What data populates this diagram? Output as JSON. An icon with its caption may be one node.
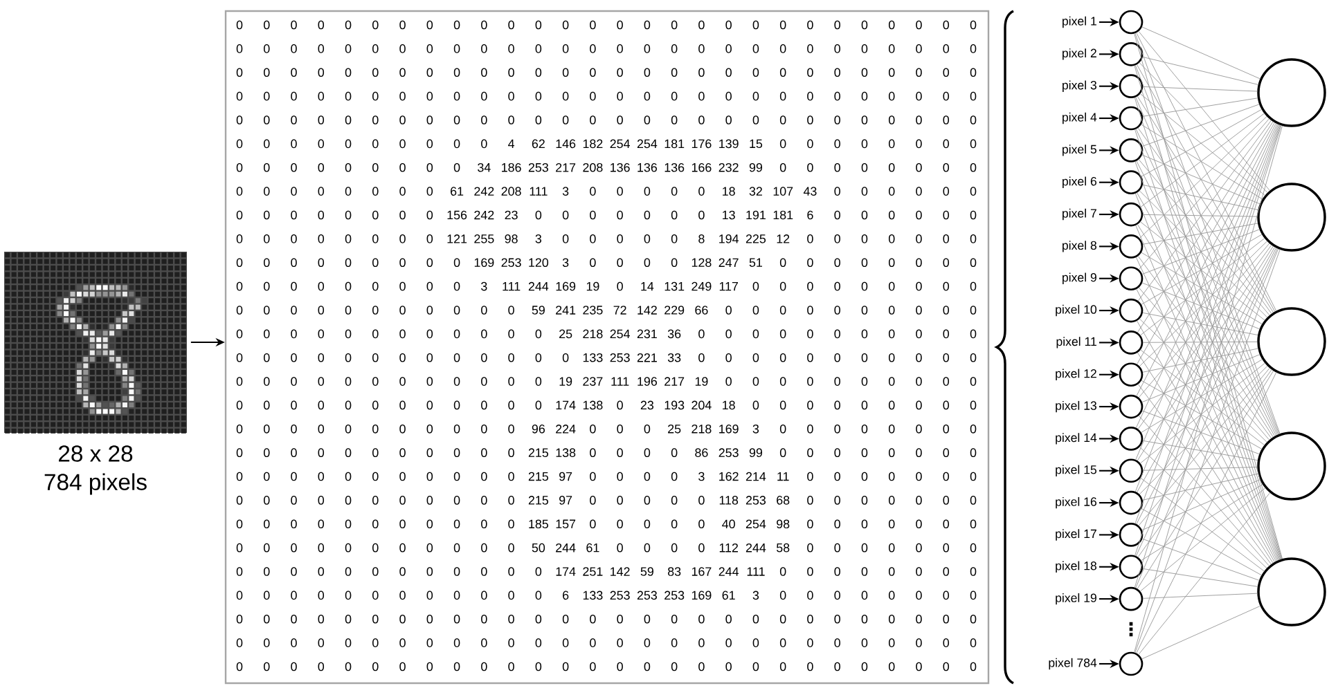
{
  "diagram": {
    "nodes": [
      {
        "text": [],
        "shape": "picture",
        "beside": [
          "28 x 28",
          "784 pixels"
        ]
      },
      {
        "text": [],
        "shape": "box"
      },
      {
        "text": [
          "pixel 1"
        ]
      },
      {
        "text": [],
        "shape": "circle"
      },
      {
        "text": [
          "pixel 2"
        ]
      },
      {
        "text": [],
        "shape": "circle"
      },
      {
        "text": [
          "pixel 3"
        ]
      },
      {
        "text": [],
        "shape": "circle"
      },
      {
        "text": [
          "pixel 4"
        ]
      },
      {
        "text": [],
        "shape": "circle"
      },
      {
        "text": [
          "pixel 5"
        ]
      },
      {
        "text": [],
        "shape": "circle"
      },
      {
        "text": [
          "pixel 6"
        ]
      },
      {
        "text": [],
        "shape": "circle"
      },
      {
        "text": [
          "pixel 7"
        ]
      },
      {
        "text": [],
        "shape": "circle"
      },
      {
        "text": [
          "pixel 8"
        ]
      },
      {
        "text": [],
        "shape": "circle"
      },
      {
        "text": [
          "pixel 9"
        ]
      },
      {
        "text": [],
        "shape": "circle"
      },
      {
        "text": [
          "pixel 10"
        ]
      },
      {
        "text": [],
        "shape": "circle"
      },
      {
        "text": [
          "pixel 11"
        ]
      },
      {
        "text": [],
        "shape": "circle"
      },
      {
        "text": [
          "pixel 12"
        ]
      },
      {
        "text": [],
        "shape": "circle"
      },
      {
        "text": [
          "pixel 13"
        ]
      },
      {
        "text": [],
        "shape": "circle"
      },
      {
        "text": [
          "pixel 14"
        ]
      },
      {
        "text": [],
        "shape": "circle"
      },
      {
        "text": [
          "pixel 15"
        ]
      },
      {
        "text": [],
        "shape": "circle"
      },
      {
        "text": [
          "pixel 16"
        ]
      },
      {
        "text": [],
        "shape": "circle"
      },
      {
        "text": [
          "pixel 17"
        ]
      },
      {
        "text": [],
        "shape": "circle"
      },
      {
        "text": [
          "pixel 18"
        ]
      },
      {
        "text": [],
        "shape": "circle"
      },
      {
        "text": [
          "pixel 19"
        ]
      },
      {
        "text": [],
        "shape": "circle"
      },
      {
        "text": [
          "pixel 784"
        ]
      },
      {
        "text": [],
        "shape": "circle"
      },
      {
        "text": [],
        "shape": "circle"
      },
      {
        "text": [],
        "shape": "circle"
      },
      {
        "text": [],
        "shape": "circle"
      },
      {
        "text": [],
        "shape": "circle"
      },
      {
        "text": [],
        "shape": "circle"
      }
    ],
    "edges": [
      {
        "from": 0,
        "to": 1,
        "arrow": "to",
        "color": "#000000"
      },
      {
        "from": 2,
        "to": 3,
        "arrow": "to",
        "color": "#000000"
      },
      {
        "from": 4,
        "to": 5,
        "arrow": "to",
        "color": "#000000"
      },
      {
        "from": 6,
        "to": 7,
        "arrow": "to",
        "color": "#000000"
      },
      {
        "from": 8,
        "to": 9,
        "arrow": "to",
        "color": "#000000"
      },
      {
        "from": 10,
        "to": 11,
        "arrow": "to",
        "color": "#000000"
      },
      {
        "from": 12,
        "to": 13,
        "arrow": "to",
        "color": "#000000"
      },
      {
        "from": 14,
        "to": 15,
        "arrow": "to",
        "color": "#000000"
      },
      {
        "from": 16,
        "to": 17,
        "arrow": "to",
        "color": "#000000"
      },
      {
        "from": 18,
        "to": 19,
        "arrow": "to",
        "color": "#000000"
      },
      {
        "from": 20,
        "to": 21,
        "arrow": "to",
        "color": "#000000"
      },
      {
        "from": 22,
        "to": 23,
        "arrow": "to",
        "color": "#000000"
      },
      {
        "from": 24,
        "to": 25,
        "arrow": "to",
        "color": "#000000"
      },
      {
        "from": 26,
        "to": 27,
        "arrow": "to",
        "color": "#000000"
      },
      {
        "from": 28,
        "to": 29,
        "arrow": "to",
        "color": "#000000"
      },
      {
        "from": 30,
        "to": 31,
        "arrow": "to",
        "color": "#000000"
      },
      {
        "from": 32,
        "to": 33,
        "arrow": "to",
        "color": "#000000"
      },
      {
        "from": 34,
        "to": 35,
        "arrow": "to",
        "color": "#000000"
      },
      {
        "from": 36,
        "to": 37,
        "arrow": "to",
        "color": "#000000"
      },
      {
        "from": 38,
        "to": 39,
        "arrow": "to",
        "color": "#000000"
      },
      {
        "from": 40,
        "to": 41,
        "arrow": "to",
        "color": "#000000"
      },
      {
        "from": 3,
        "to": 42,
        "arrow": "none"
      },
      {
        "from": 3,
        "to": 43,
        "arrow": "none"
      },
      {
        "from": 3,
        "to": 44,
        "arrow": "none"
      },
      {
        "from": 3,
        "to": 45,
        "arrow": "none"
      },
      {
        "from": 3,
        "to": 46,
        "arrow": "none"
      },
      {
        "from": 5,
        "to": 42,
        "arrow": "none"
      },
      {
        "from": 5,
        "to": 43,
        "arrow": "none"
      },
      {
        "from": 5,
        "to": 44,
        "arrow": "none"
      },
      {
        "from": 5,
        "to": 45,
        "arrow": "none"
      },
      {
        "from": 5,
        "to": 46,
        "arrow": "none"
      },
      {
        "from": 7,
        "to": 42,
        "arrow": "none"
      },
      {
        "from": 7,
        "to": 43,
        "arrow": "none"
      },
      {
        "from": 7,
        "to": 44,
        "arrow": "none"
      },
      {
        "from": 7,
        "to": 45,
        "arrow": "none"
      },
      {
        "from": 7,
        "to": 46,
        "arrow": "none"
      },
      {
        "from": 9,
        "to": 42,
        "arrow": "none"
      },
      {
        "from": 9,
        "to": 43,
        "arrow": "none"
      },
      {
        "from": 9,
        "to": 44,
        "arrow": "none"
      },
      {
        "from": 9,
        "to": 45,
        "arrow": "none"
      },
      {
        "from": 9,
        "to": 46,
        "arrow": "none"
      },
      {
        "from": 11,
        "to": 42,
        "arrow": "none"
      },
      {
        "from": 11,
        "to": 43,
        "arrow": "none"
      },
      {
        "from": 11,
        "to": 44,
        "arrow": "none"
      },
      {
        "from": 11,
        "to": 45,
        "arrow": "none"
      },
      {
        "from": 11,
        "to": 46,
        "arrow": "none"
      },
      {
        "from": 13,
        "to": 42,
        "arrow": "none"
      },
      {
        "from": 13,
        "to": 43,
        "arrow": "none"
      },
      {
        "from": 13,
        "to": 44,
        "arrow": "none"
      },
      {
        "from": 13,
        "to": 45,
        "arrow": "none"
      },
      {
        "from": 13,
        "to": 46,
        "arrow": "none"
      },
      {
        "from": 15,
        "to": 42,
        "arrow": "none"
      },
      {
        "from": 15,
        "to": 43,
        "arrow": "none"
      },
      {
        "from": 15,
        "to": 44,
        "arrow": "none"
      },
      {
        "from": 15,
        "to": 45,
        "arrow": "none"
      },
      {
        "from": 15,
        "to": 46,
        "arrow": "none"
      },
      {
        "from": 17,
        "to": 42,
        "arrow": "none"
      },
      {
        "from": 17,
        "to": 43,
        "arrow": "none"
      },
      {
        "from": 17,
        "to": 44,
        "arrow": "none"
      },
      {
        "from": 17,
        "to": 45,
        "arrow": "none"
      },
      {
        "from": 17,
        "to": 46,
        "arrow": "none"
      },
      {
        "from": 19,
        "to": 42,
        "arrow": "none"
      },
      {
        "from": 19,
        "to": 43,
        "arrow": "none"
      },
      {
        "from": 19,
        "to": 44,
        "arrow": "none"
      },
      {
        "from": 19,
        "to": 45,
        "arrow": "none"
      },
      {
        "from": 19,
        "to": 46,
        "arrow": "none"
      },
      {
        "from": 21,
        "to": 42,
        "arrow": "none"
      },
      {
        "from": 21,
        "to": 43,
        "arrow": "none"
      },
      {
        "from": 21,
        "to": 44,
        "arrow": "none"
      },
      {
        "from": 21,
        "to": 45,
        "arrow": "none"
      },
      {
        "from": 21,
        "to": 46,
        "arrow": "none"
      },
      {
        "from": 23,
        "to": 42,
        "arrow": "none"
      },
      {
        "from": 23,
        "to": 43,
        "arrow": "none"
      },
      {
        "from": 23,
        "to": 44,
        "arrow": "none"
      },
      {
        "from": 23,
        "to": 45,
        "arrow": "none"
      },
      {
        "from": 23,
        "to": 46,
        "arrow": "none"
      },
      {
        "from": 25,
        "to": 42,
        "arrow": "none"
      },
      {
        "from": 25,
        "to": 43,
        "arrow": "none"
      },
      {
        "from": 25,
        "to": 44,
        "arrow": "none"
      },
      {
        "from": 25,
        "to": 45,
        "arrow": "none"
      },
      {
        "from": 25,
        "to": 46,
        "arrow": "none"
      },
      {
        "from": 27,
        "to": 42,
        "arrow": "none"
      },
      {
        "from": 27,
        "to": 43,
        "arrow": "none"
      },
      {
        "from": 27,
        "to": 44,
        "arrow": "none"
      },
      {
        "from": 27,
        "to": 45,
        "arrow": "none"
      },
      {
        "from": 27,
        "to": 46,
        "arrow": "none"
      },
      {
        "from": 29,
        "to": 42,
        "arrow": "none"
      },
      {
        "from": 29,
        "to": 43,
        "arrow": "none"
      },
      {
        "from": 29,
        "to": 44,
        "arrow": "none"
      },
      {
        "from": 29,
        "to": 45,
        "arrow": "none"
      },
      {
        "from": 29,
        "to": 46,
        "arrow": "none"
      },
      {
        "from": 31,
        "to": 42,
        "arrow": "none"
      },
      {
        "from": 31,
        "to": 43,
        "arrow": "none"
      },
      {
        "from": 31,
        "to": 44,
        "arrow": "none"
      },
      {
        "from": 31,
        "to": 45,
        "arrow": "none"
      },
      {
        "from": 31,
        "to": 46,
        "arrow": "none"
      },
      {
        "from": 33,
        "to": 42,
        "arrow": "none"
      },
      {
        "from": 33,
        "to": 43,
        "arrow": "none"
      },
      {
        "from": 33,
        "to": 44,
        "arrow": "none"
      },
      {
        "from": 33,
        "to": 45,
        "arrow": "none"
      },
      {
        "from": 33,
        "to": 46,
        "arrow": "none"
      },
      {
        "from": 35,
        "to": 42,
        "arrow": "none"
      },
      {
        "from": 35,
        "to": 43,
        "arrow": "none"
      },
      {
        "from": 35,
        "to": 44,
        "arrow": "none"
      },
      {
        "from": 35,
        "to": 45,
        "arrow": "none"
      },
      {
        "from": 35,
        "to": 46,
        "arrow": "none"
      },
      {
        "from": 37,
        "to": 42,
        "arrow": "none"
      },
      {
        "from": 37,
        "to": 43,
        "arrow": "none"
      },
      {
        "from": 37,
        "to": 44,
        "arrow": "none"
      },
      {
        "from": 37,
        "to": 45,
        "arrow": "none"
      },
      {
        "from": 37,
        "to": 46,
        "arrow": "none"
      },
      {
        "from": 39,
        "to": 42,
        "arrow": "none"
      },
      {
        "from": 39,
        "to": 43,
        "arrow": "none"
      },
      {
        "from": 39,
        "to": 44,
        "arrow": "none"
      },
      {
        "from": 39,
        "to": 45,
        "arrow": "none"
      },
      {
        "from": 39,
        "to": 46,
        "arrow": "none"
      },
      {
        "from": 41,
        "to": 42,
        "arrow": "none"
      },
      {
        "from": 41,
        "to": 43,
        "arrow": "none"
      },
      {
        "from": 41,
        "to": 44,
        "arrow": "none"
      },
      {
        "from": 41,
        "to": 45,
        "arrow": "none"
      },
      {
        "from": 41,
        "to": 46,
        "arrow": "none"
      }
    ],
    "labels": [
      "0",
      "0",
      "0",
      "0",
      "0",
      "0",
      "0",
      "0",
      "0",
      "0",
      "0",
      "0",
      "0",
      "0",
      "0",
      "0",
      "0",
      "0",
      "0",
      "0",
      "0",
      "0",
      "0",
      "0",
      "0",
      "0",
      "0",
      "0",
      "0",
      "0",
      "0",
      "0",
      "0",
      "0",
      "0",
      "0",
      "0",
      "0",
      "0",
      "0",
      "0",
      "0",
      "0",
      "0",
      "0",
      "0",
      "0",
      "0",
      "0",
      "0",
      "0",
      "0",
      "0",
      "0",
      "0",
      "0",
      "0",
      "0",
      "0",
      "0",
      "0",
      "0",
      "0",
      "0",
      "0",
      "0",
      "0",
      "0",
      "0",
      "0",
      "0",
      "0",
      "0",
      "0",
      "0",
      "0",
      "0",
      "0",
      "0",
      "0",
      "0",
      "0",
      "0",
      "0",
      "0",
      "0",
      "0",
      "0",
      "0",
      "0",
      "0",
      "0",
      "0",
      "0",
      "0",
      "0",
      "0",
      "0",
      "0",
      "0",
      "0",
      "0",
      "0",
      "0",
      "0",
      "0",
      "0",
      "0",
      "0",
      "0",
      "0",
      "0",
      "0",
      "0",
      "0",
      "0",
      "0",
      "0",
      "0",
      "0",
      "0",
      "0",
      "0",
      "0",
      "0",
      "0",
      "0",
      "0",
      "0",
      "0",
      "0",
      "0",
      "0",
      "0",
      "0",
      "0",
      "0",
      "0",
      "0",
      "0",
      "0",
      "0",
      "0",
      "0",
      "0",
      "0",
      "0",
      "0",
      "0",
      "0",
      "4",
      "62",
      "146",
      "182",
      "254",
      "254",
      "181",
      "176",
      "139",
      "15",
      "0",
      "0",
      "0",
      "0",
      "0",
      "0",
      "0",
      "0",
      "0",
      "0",
      "0",
      "0",
      "0",
      "0",
      "0",
      "0",
      "0",
      "34",
      "186",
      "253",
      "217",
      "208",
      "136",
      "136",
      "136",
      "166",
      "232",
      "99",
      "0",
      "0",
      "0",
      "0",
      "0",
      "0",
      "0",
      "0",
      "0",
      "0",
      "0",
      "0",
      "0",
      "0",
      "0",
      "0",
      "61",
      "242",
      "208",
      "111",
      "3",
      "0",
      "0",
      "0",
      "0",
      "0",
      "18",
      "32",
      "107",
      "43",
      "0",
      "0",
      "0",
      "0",
      "0",
      "0",
      "0",
      "0",
      "0",
      "0",
      "0",
      "0",
      "0",
      "0",
      "156",
      "242",
      "23",
      "0",
      "0",
      "0",
      "0",
      "0",
      "0",
      "0",
      "13",
      "191",
      "181",
      "6",
      "0",
      "0",
      "0",
      "0",
      "0",
      "0",
      "0",
      "0",
      "0",
      "0",
      "0",
      "0",
      "0",
      "0",
      "121",
      "255",
      "98",
      "3",
      "0",
      "0",
      "0",
      "0",
      "0",
      "8",
      "194",
      "225",
      "12",
      "0",
      "0",
      "0",
      "0",
      "0",
      "0",
      "0",
      "0",
      "0",
      "0",
      "0",
      "0",
      "0",
      "0",
      "0",
      "0",
      "169",
      "253",
      "120",
      "3",
      "0",
      "0",
      "0",
      "0",
      "128",
      "247",
      "51",
      "0",
      "0",
      "0",
      "0",
      "0",
      "0",
      "0",
      "0",
      "0",
      "0",
      "0",
      "0",
      "0",
      "0",
      "0",
      "0",
      "0",
      "3",
      "111",
      "244",
      "169",
      "19",
      "0",
      "14",
      "131",
      "249",
      "117",
      "0",
      "0",
      "0",
      "0",
      "0",
      "0",
      "0",
      "0",
      "0",
      "0",
      "0",
      "0",
      "0",
      "0",
      "0",
      "0",
      "0",
      "0",
      "0",
      "0",
      "59",
      "241",
      "235",
      "72",
      "142",
      "229",
      "66",
      "0",
      "0",
      "0",
      "0",
      "0",
      "0",
      "0",
      "0",
      "0",
      "0",
      "0",
      "0",
      "0",
      "0",
      "0",
      "0",
      "0",
      "0",
      "0",
      "0",
      "0",
      "0",
      "25",
      "218",
      "254",
      "231",
      "36",
      "0",
      "0",
      "0",
      "0",
      "0",
      "0",
      "0",
      "0",
      "0",
      "0",
      "0",
      "0",
      "0",
      "0",
      "0",
      "0",
      "0",
      "0",
      "0",
      "0",
      "0",
      "0",
      "0",
      "0",
      "133",
      "253",
      "221",
      "33",
      "0",
      "0",
      "0",
      "0",
      "0",
      "0",
      "0",
      "0",
      "0",
      "0",
      "0",
      "0",
      "0",
      "0",
      "0",
      "0",
      "0",
      "0",
      "0",
      "0",
      "0",
      "0",
      "0",
      "19",
      "237",
      "111",
      "196",
      "217",
      "19",
      "0",
      "0",
      "0",
      "0",
      "0",
      "0",
      "0",
      "0",
      "0",
      "0",
      "0",
      "0",
      "0",
      "0",
      "0",
      "0",
      "0",
      "0",
      "0",
      "0",
      "0",
      "0",
      "174",
      "138",
      "0",
      "23",
      "193",
      "204",
      "18",
      "0",
      "0",
      "0",
      "0",
      "0",
      "0",
      "0",
      "0",
      "0",
      "0",
      "0",
      "0",
      "0",
      "0",
      "0",
      "0",
      "0",
      "0",
      "0",
      "0",
      "96",
      "224",
      "0",
      "0",
      "0",
      "25",
      "218",
      "169",
      "3",
      "0",
      "0",
      "0",
      "0",
      "0",
      "0",
      "0",
      "0",
      "0",
      "0",
      "0",
      "0",
      "0",
      "0",
      "0",
      "0",
      "0",
      "0",
      "0",
      "215",
      "138",
      "0",
      "0",
      "0",
      "0",
      "86",
      "253",
      "99",
      "0",
      "0",
      "0",
      "0",
      "0",
      "0",
      "0",
      "0",
      "0",
      "0",
      "0",
      "0",
      "0",
      "0",
      "0",
      "0",
      "0",
      "0",
      "0",
      "215",
      "97",
      "0",
      "0",
      "0",
      "0",
      "3",
      "162",
      "214",
      "11",
      "0",
      "0",
      "0",
      "0",
      "0",
      "0",
      "0",
      "0",
      "0",
      "0",
      "0",
      "0",
      "0",
      "0",
      "0",
      "0",
      "0",
      "0",
      "215",
      "97",
      "0",
      "0",
      "0",
      "0",
      "0",
      "118",
      "253",
      "68",
      "0",
      "0",
      "0",
      "0",
      "0",
      "0",
      "0",
      "0",
      "0",
      "0",
      "0",
      "0",
      "0",
      "0",
      "0",
      "0",
      "0",
      "0",
      "185",
      "157",
      "0",
      "0",
      "0",
      "0",
      "0",
      "40",
      "254",
      "98",
      "0",
      "0",
      "0",
      "0",
      "0",
      "0",
      "0",
      "0",
      "0",
      "0",
      "0",
      "0",
      "0",
      "0",
      "0",
      "0",
      "0",
      "0",
      "50",
      "244",
      "61",
      "0",
      "0",
      "0",
      "0",
      "112",
      "244",
      "58",
      "0",
      "0",
      "0",
      "0",
      "0",
      "0",
      "0",
      "0",
      "0",
      "0",
      "0",
      "0",
      "0",
      "0",
      "0",
      "0",
      "0",
      "0",
      "0",
      "174",
      "251",
      "142",
      "59",
      "83",
      "167",
      "244",
      "111",
      "0",
      "0",
      "0",
      "0",
      "0",
      "0",
      "0",
      "0",
      "0",
      "0",
      "0",
      "0",
      "0",
      "0",
      "0",
      "0",
      "0",
      "0",
      "0",
      "0",
      "6",
      "133",
      "253",
      "253",
      "253",
      "169",
      "61",
      "3",
      "0",
      "0",
      "0",
      "0",
      "0",
      "0",
      "0",
      "0",
      "0",
      "0",
      "0",
      "0",
      "0",
      "0",
      "0",
      "0",
      "0",
      "0",
      "0",
      "0",
      "0",
      "0",
      "0",
      "0",
      "0",
      "0",
      "0",
      "0",
      "0",
      "0",
      "0",
      "0",
      "0",
      "0",
      "0",
      "0",
      "0",
      "0",
      "0",
      "0",
      "0",
      "0",
      "0",
      "0",
      "0",
      "0",
      "0",
      "0",
      "0",
      "0",
      "0",
      "0",
      "0",
      "0",
      "0",
      "0",
      "0",
      "0",
      "0",
      "0",
      "0",
      "0",
      "0",
      "0",
      "0",
      "0",
      "0",
      "0",
      "0",
      "0",
      "0",
      "0",
      "0",
      "0",
      "0",
      "0",
      "0",
      "0",
      "0",
      "0",
      "0",
      "0",
      "0",
      "0",
      "0",
      "0",
      "0",
      "0",
      "0",
      "0",
      "0",
      "0",
      "⋮"
    ]
  }
}
